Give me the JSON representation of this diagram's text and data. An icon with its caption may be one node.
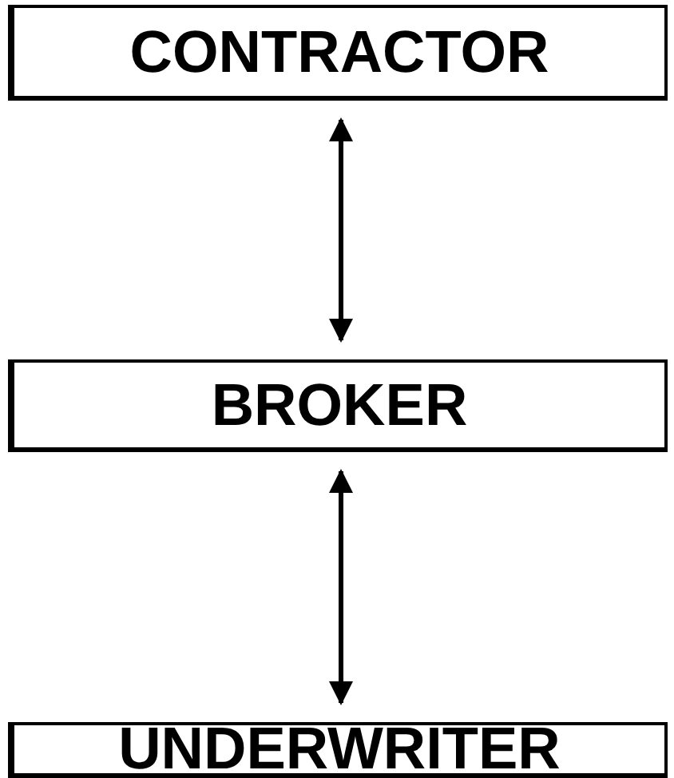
{
  "diagram": {
    "nodes": [
      {
        "text": [
          "CONTRACTOR"
        ]
      },
      {
        "text": [
          "BROKER"
        ]
      },
      {
        "text": [
          "UNDERWRITER"
        ]
      }
    ],
    "edges": [
      {
        "from": 0,
        "to": 1,
        "arrow": "both"
      },
      {
        "from": 1,
        "to": 2,
        "arrow": "both"
      }
    ]
  }
}
